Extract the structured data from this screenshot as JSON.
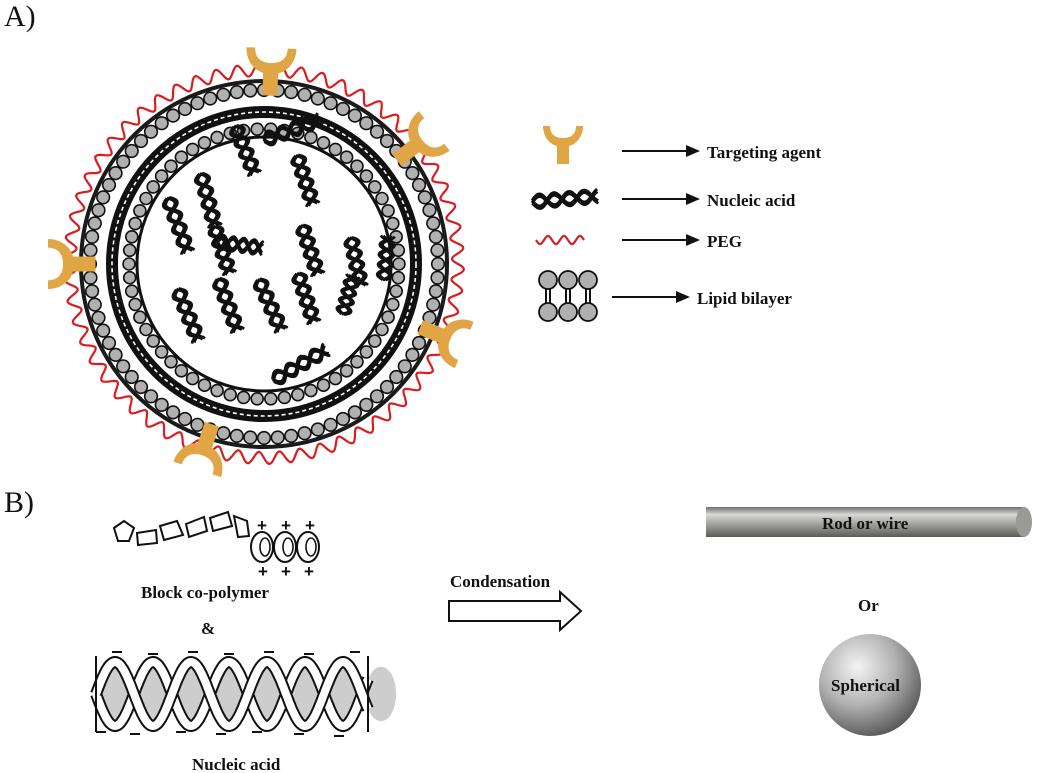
{
  "panel_a": {
    "label": "A)",
    "legend": [
      {
        "icon": "targeting-agent-icon",
        "text": "Targeting agent"
      },
      {
        "icon": "nucleic-acid-icon",
        "text": "Nucleic acid"
      },
      {
        "icon": "peg-icon",
        "text": "PEG"
      },
      {
        "icon": "lipid-bilayer-icon",
        "text": "Lipid bilayer"
      }
    ]
  },
  "panel_b": {
    "label": "B)",
    "block_copolymer": "Block co-polymer",
    "ampersand": "&",
    "nucleic_acid": "Nucleic acid",
    "condensation": "Condensation",
    "rod": "Rod or wire",
    "or": "Or",
    "spherical": "Spherical"
  },
  "colors": {
    "targeting_agent": "#E0A545",
    "peg": "#D81E1E",
    "lipid_head": "#B0B0B0",
    "bilayer_ring": "#1A1A1A",
    "rod": "#9A9A96",
    "sphere": "#A8A8A8"
  }
}
